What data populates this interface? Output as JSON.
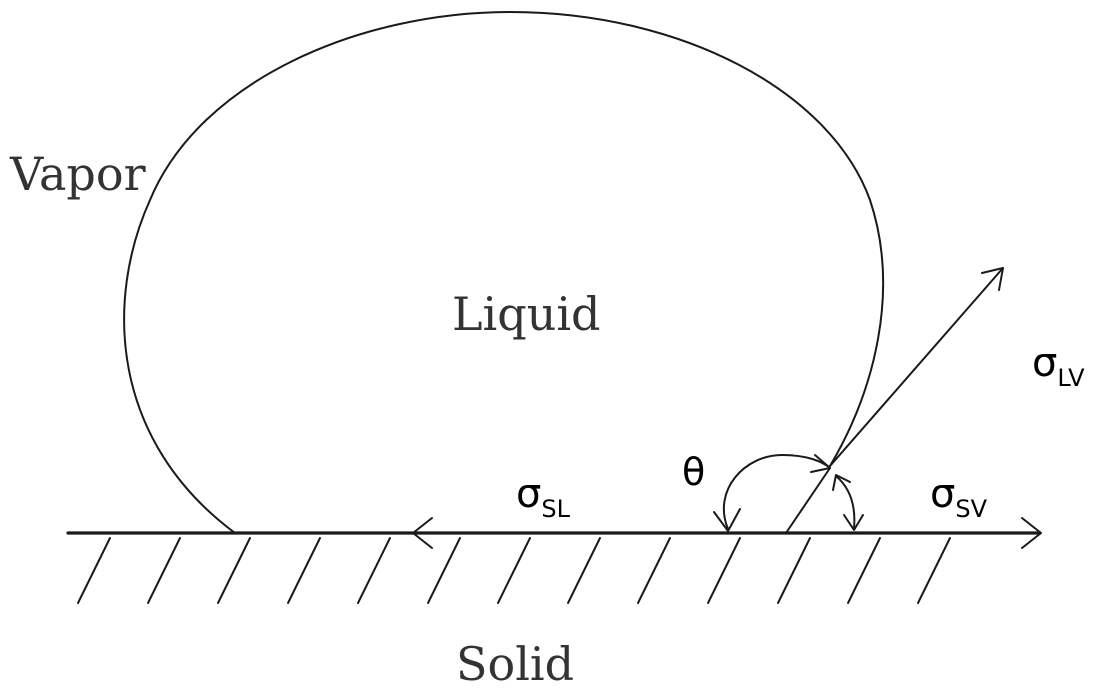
{
  "labels": {
    "vapor": "Vapor",
    "liquid": "Liquid",
    "solid": "Solid",
    "theta": "θ",
    "sigma_lv": {
      "base": "σ",
      "sub": "LV"
    },
    "sigma_sl": {
      "base": "σ",
      "sub": "SL"
    },
    "sigma_sv": {
      "base": "σ",
      "sub": "SV"
    }
  },
  "colors": {
    "line": "#1a1a1a",
    "serif_text": "#333333",
    "sans_text": "#000000"
  }
}
